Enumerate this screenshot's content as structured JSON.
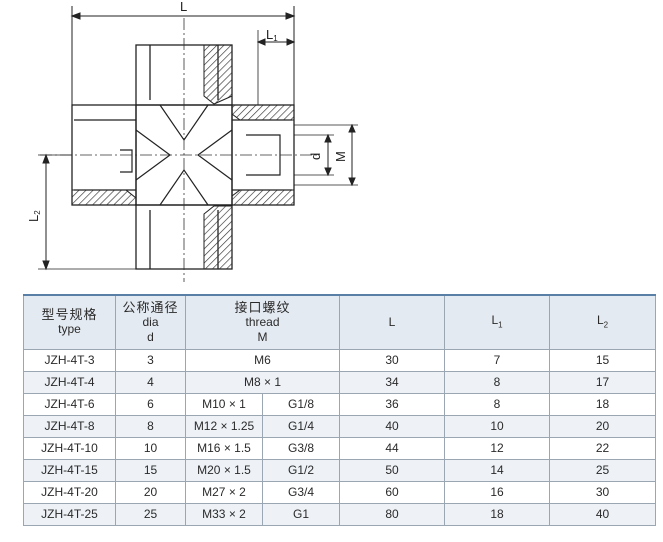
{
  "drawing": {
    "dim_L": "L",
    "dim_L1_main": "L",
    "dim_L1_sub": "1",
    "dim_L2_main": "L",
    "dim_L2_sub": "2",
    "dim_d": "d",
    "dim_M": "M"
  },
  "table": {
    "header": {
      "type_cn": "型号规格",
      "type_en": "type",
      "dia_cn": "公称通径",
      "dia_en": "dia",
      "dia_sym": "d",
      "thread_cn": "接口螺纹",
      "thread_en": "thread",
      "thread_sym": "M",
      "col_L": "L",
      "col_L1": "L",
      "col_L1_sub": "1",
      "col_L2": "L",
      "col_L2_sub": "2"
    },
    "rows": [
      {
        "type": "JZH-4T-3",
        "d": "3",
        "thread": "M6",
        "L": "30",
        "L1": "7",
        "L2": "15"
      },
      {
        "type": "JZH-4T-4",
        "d": "4",
        "thread": "M8 × 1",
        "L": "34",
        "L1": "8",
        "L2": "17"
      },
      {
        "type": "JZH-4T-6",
        "d": "6",
        "thread_m": "M10 × 1",
        "thread_g": "G1/8",
        "L": "36",
        "L1": "8",
        "L2": "18"
      },
      {
        "type": "JZH-4T-8",
        "d": "8",
        "thread_m": "M12 × 1.25",
        "thread_g": "G1/4",
        "L": "40",
        "L1": "10",
        "L2": "20"
      },
      {
        "type": "JZH-4T-10",
        "d": "10",
        "thread_m": "M16 × 1.5",
        "thread_g": "G3/8",
        "L": "44",
        "L1": "12",
        "L2": "22"
      },
      {
        "type": "JZH-4T-15",
        "d": "15",
        "thread_m": "M20 × 1.5",
        "thread_g": "G1/2",
        "L": "50",
        "L1": "14",
        "L2": "25"
      },
      {
        "type": "JZH-4T-20",
        "d": "20",
        "thread_m": "M27 × 2",
        "thread_g": "G3/4",
        "L": "60",
        "L1": "16",
        "L2": "30"
      },
      {
        "type": "JZH-4T-25",
        "d": "25",
        "thread_m": "M33 × 2",
        "thread_g": "G1",
        "L": "80",
        "L1": "18",
        "L2": "40"
      }
    ]
  }
}
